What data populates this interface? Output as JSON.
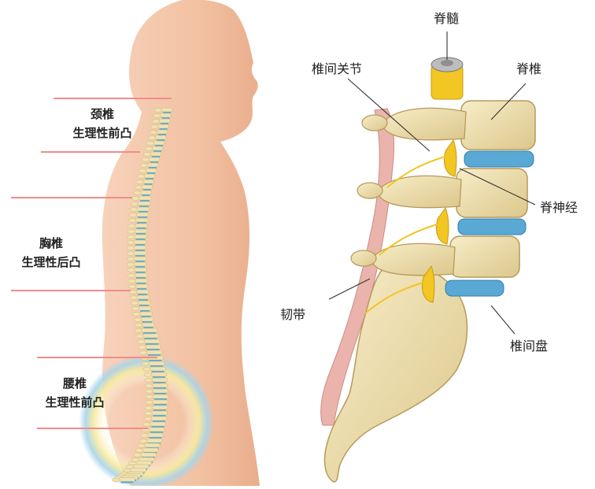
{
  "left_panel": {
    "regions": [
      {
        "name": "颈椎",
        "curve": "生理性前凸"
      },
      {
        "name": "胸椎",
        "curve": "生理性后凸"
      },
      {
        "name": "腰椎",
        "curve": "生理性前凸"
      }
    ]
  },
  "right_panel": {
    "labels": {
      "spinal_cord": "脊髓",
      "facet_joint": "椎间关节",
      "vertebra": "脊椎",
      "spinal_nerve": "脊神经",
      "ligament": "韧带",
      "disc": "椎间盘"
    }
  },
  "colors": {
    "skin": "#f2c4a6",
    "skin_shadow": "#e8ae8c",
    "bone": "#f0e2b4",
    "bone_shadow": "#d7c184",
    "disc": "#5aa8d4",
    "nerve": "#f2c623",
    "ligament": "#eab4ac",
    "marker_line": "#f08c8c",
    "glow_blue": "#a9d4ea",
    "glow_yellow": "#f7ea9e"
  }
}
